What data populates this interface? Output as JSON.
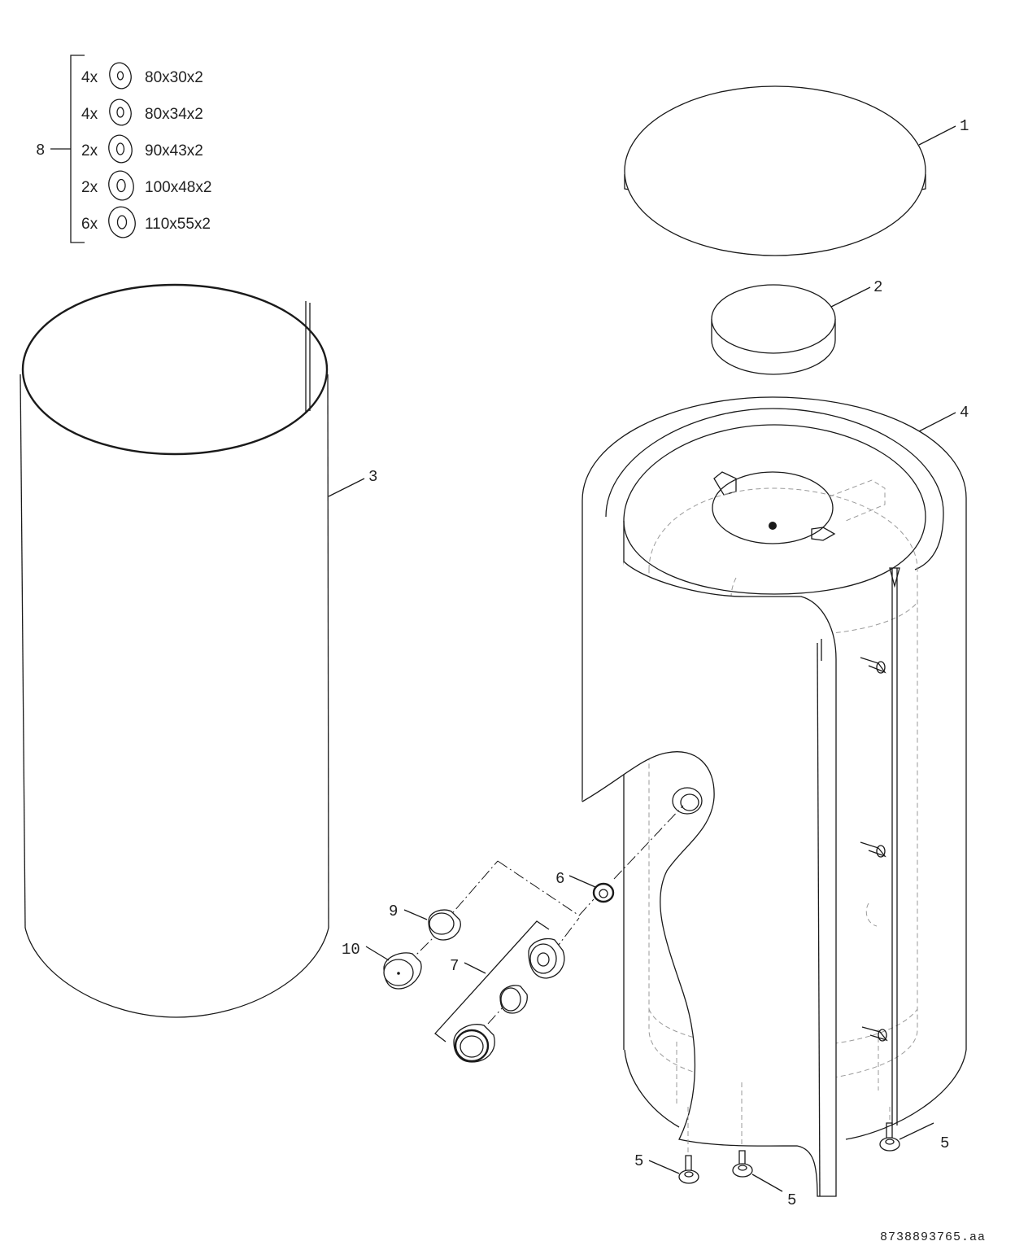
{
  "callouts": {
    "c1": "1",
    "c2": "2",
    "c3": "3",
    "c4": "4",
    "c5a": "5",
    "c5b": "5",
    "c5c": "5",
    "c6": "6",
    "c7": "7",
    "c8": "8",
    "c9": "9",
    "c10": "10"
  },
  "seal_kit": [
    {
      "qty": "4x",
      "size": "80x30x2"
    },
    {
      "qty": "4x",
      "size": "80x34x2"
    },
    {
      "qty": "2x",
      "size": "90x43x2"
    },
    {
      "qty": "2x",
      "size": "100x48x2"
    },
    {
      "qty": "6x",
      "size": "110x55x2"
    }
  ],
  "drawing_code": "8738893765.aa"
}
